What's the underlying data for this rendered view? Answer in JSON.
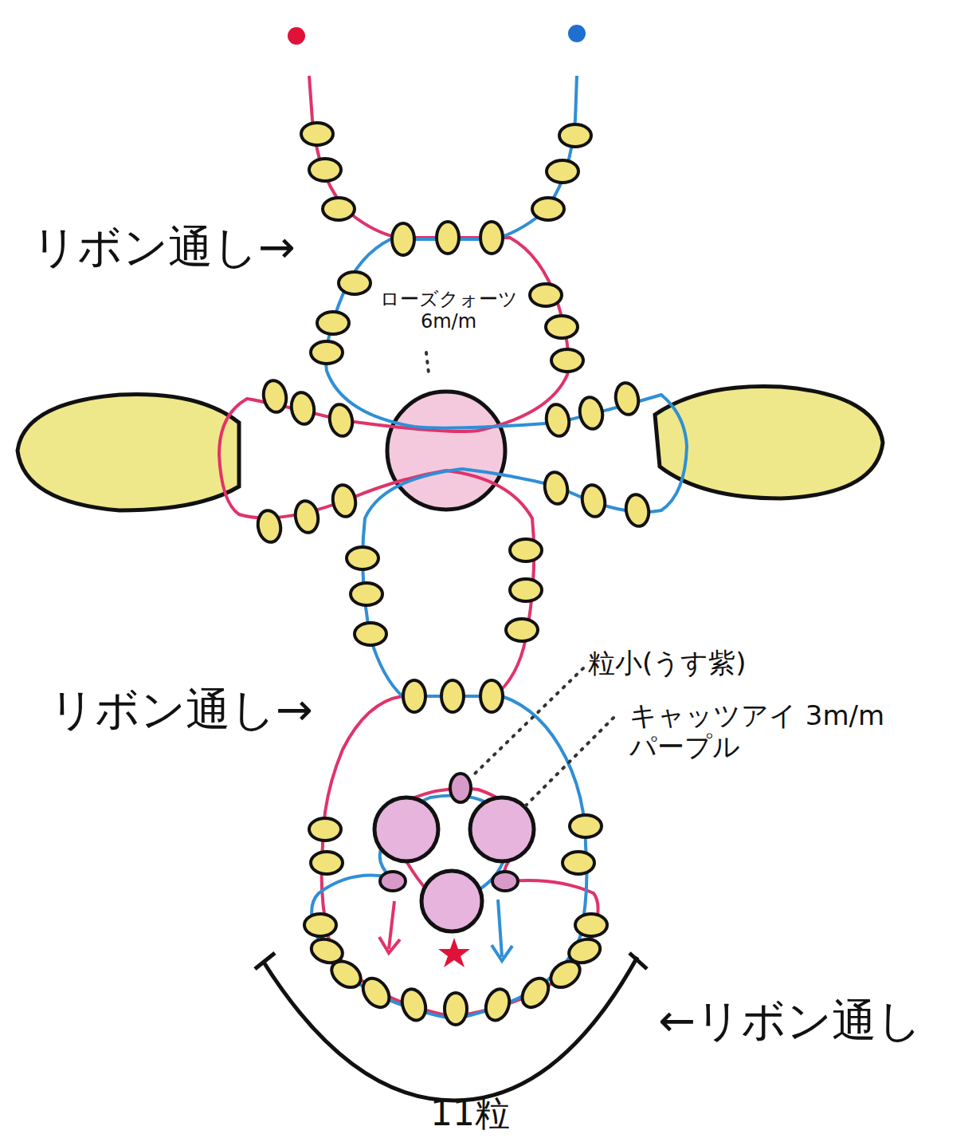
{
  "diagram": {
    "labels": [
      "リボン通し→",
      "ローズクォーツ 6m/m",
      "リボン通し→",
      "粒小(うす紫)",
      "キャッツアイ 3m/m パープル",
      "←リボン通し",
      "11粒"
    ]
  }
}
